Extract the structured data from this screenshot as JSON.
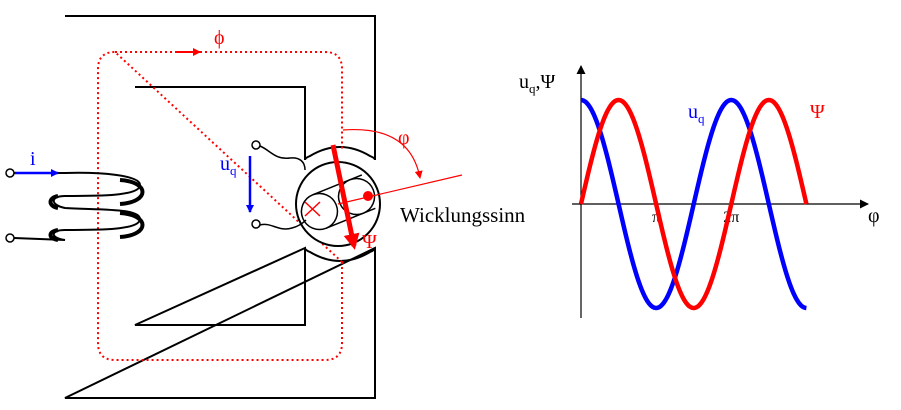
{
  "colors": {
    "blue": "#0000ff",
    "red": "#ff0000",
    "black": "#000000"
  },
  "diagram": {
    "labels": {
      "current": "i",
      "flux": "ϕ",
      "voltage": "u",
      "voltage_sub": "q",
      "linkage": "Ψ",
      "angle": "φ",
      "winding_sense": "Wicklungssinn"
    }
  },
  "chart_data": {
    "type": "line",
    "title": "",
    "xlabel": "φ",
    "ylabel": "u",
    "ylabel_sub": "q",
    "ylabel_suffix": ",Ψ",
    "x_ticks": [
      {
        "value": 3.14159,
        "label": "π"
      },
      {
        "value": 6.28318,
        "label": "2π"
      }
    ],
    "xlim": [
      0,
      12.0
    ],
    "ylim": [
      -1.15,
      1.25
    ],
    "grid": false,
    "legend": "inline labels near curves",
    "series": [
      {
        "name": "u",
        "name_sub": "q",
        "color": "#0000ff",
        "function": "cos",
        "amplitude": 1,
        "x_range": [
          0,
          9.42478
        ]
      },
      {
        "name": "Ψ",
        "color": "#ff0000",
        "function": "sin",
        "amplitude": 1,
        "x_range": [
          0,
          9.42478
        ]
      }
    ]
  }
}
